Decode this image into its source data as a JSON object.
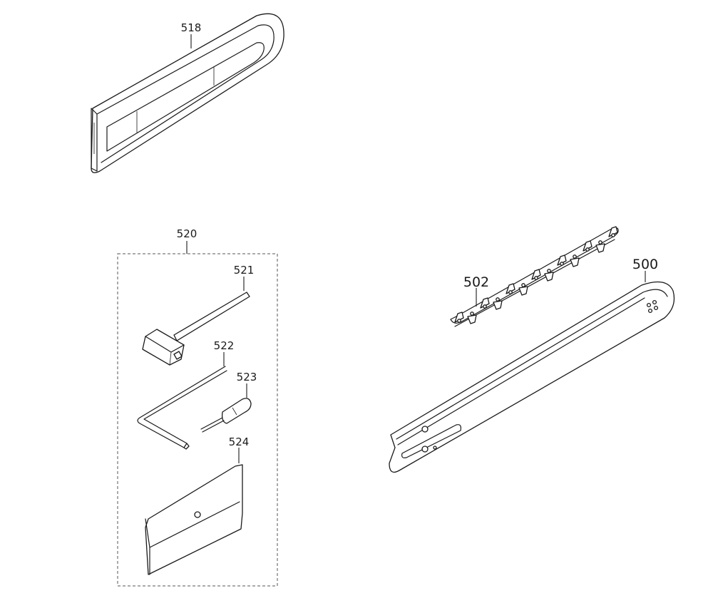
{
  "parts": {
    "p518": {
      "number": "518"
    },
    "p520": {
      "number": "520"
    },
    "p521": {
      "number": "521"
    },
    "p522": {
      "number": "522"
    },
    "p523": {
      "number": "523"
    },
    "p524": {
      "number": "524"
    },
    "p502": {
      "number": "502"
    },
    "p500": {
      "number": "500"
    }
  }
}
